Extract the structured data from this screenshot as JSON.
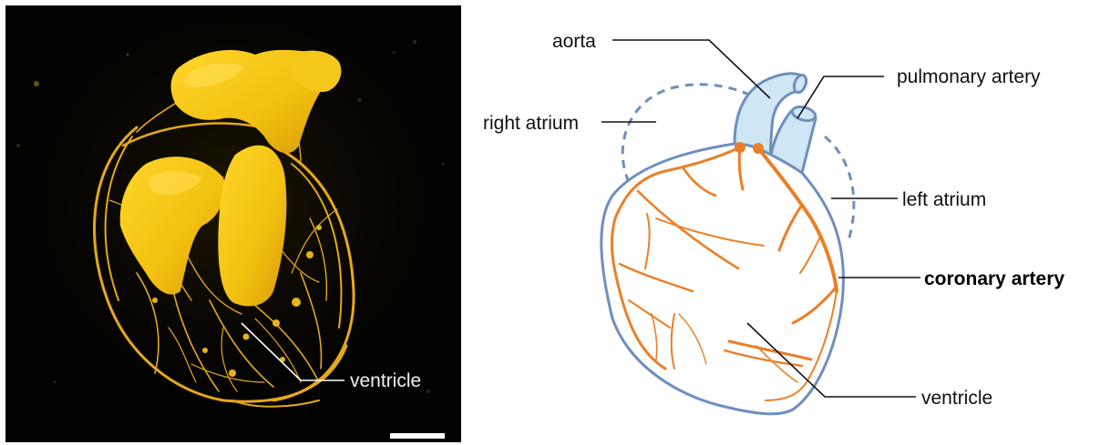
{
  "colors": {
    "photo_background": "#020201",
    "heart_tissue": "#f2c518",
    "vessel_color": "#e5a81a",
    "outline": "#6f8fbd",
    "great_vessels_fill": "#cfe6f5",
    "coronary": "#ea7f27",
    "scale_bar": "#ffffff"
  },
  "photo_panel": {
    "description_icon": "heart-photo",
    "label": "ventricle"
  },
  "diagram_panel": {
    "labels": {
      "aorta": "aorta",
      "pulmonary_artery": "pulmonary artery",
      "right_atrium": "right atrium",
      "left_atrium": "left atrium",
      "coronary_artery": "coronary artery",
      "ventricle": "ventricle"
    }
  }
}
